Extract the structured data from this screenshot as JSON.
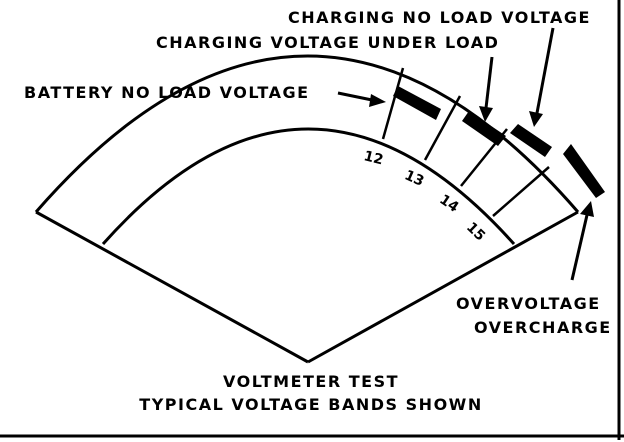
{
  "labels": {
    "charging_no_load_voltage": "CHARGING NO LOAD VOLTAGE",
    "charging_voltage_under_load": "CHARGING VOLTAGE UNDER LOAD",
    "battery_no_load_voltage": "BATTERY NO LOAD VOLTAGE",
    "overvoltage": "OVERVOLTAGE",
    "overcharge": "OVERCHARGE"
  },
  "scale": {
    "ticks": [
      "12",
      "13",
      "14",
      "15"
    ]
  },
  "caption": {
    "line1": "VOLTMETER TEST",
    "line2": "TYPICAL VOLTAGE BANDS SHOWN"
  },
  "colors": {
    "ink": "#000000",
    "paper": "#ffffff"
  }
}
